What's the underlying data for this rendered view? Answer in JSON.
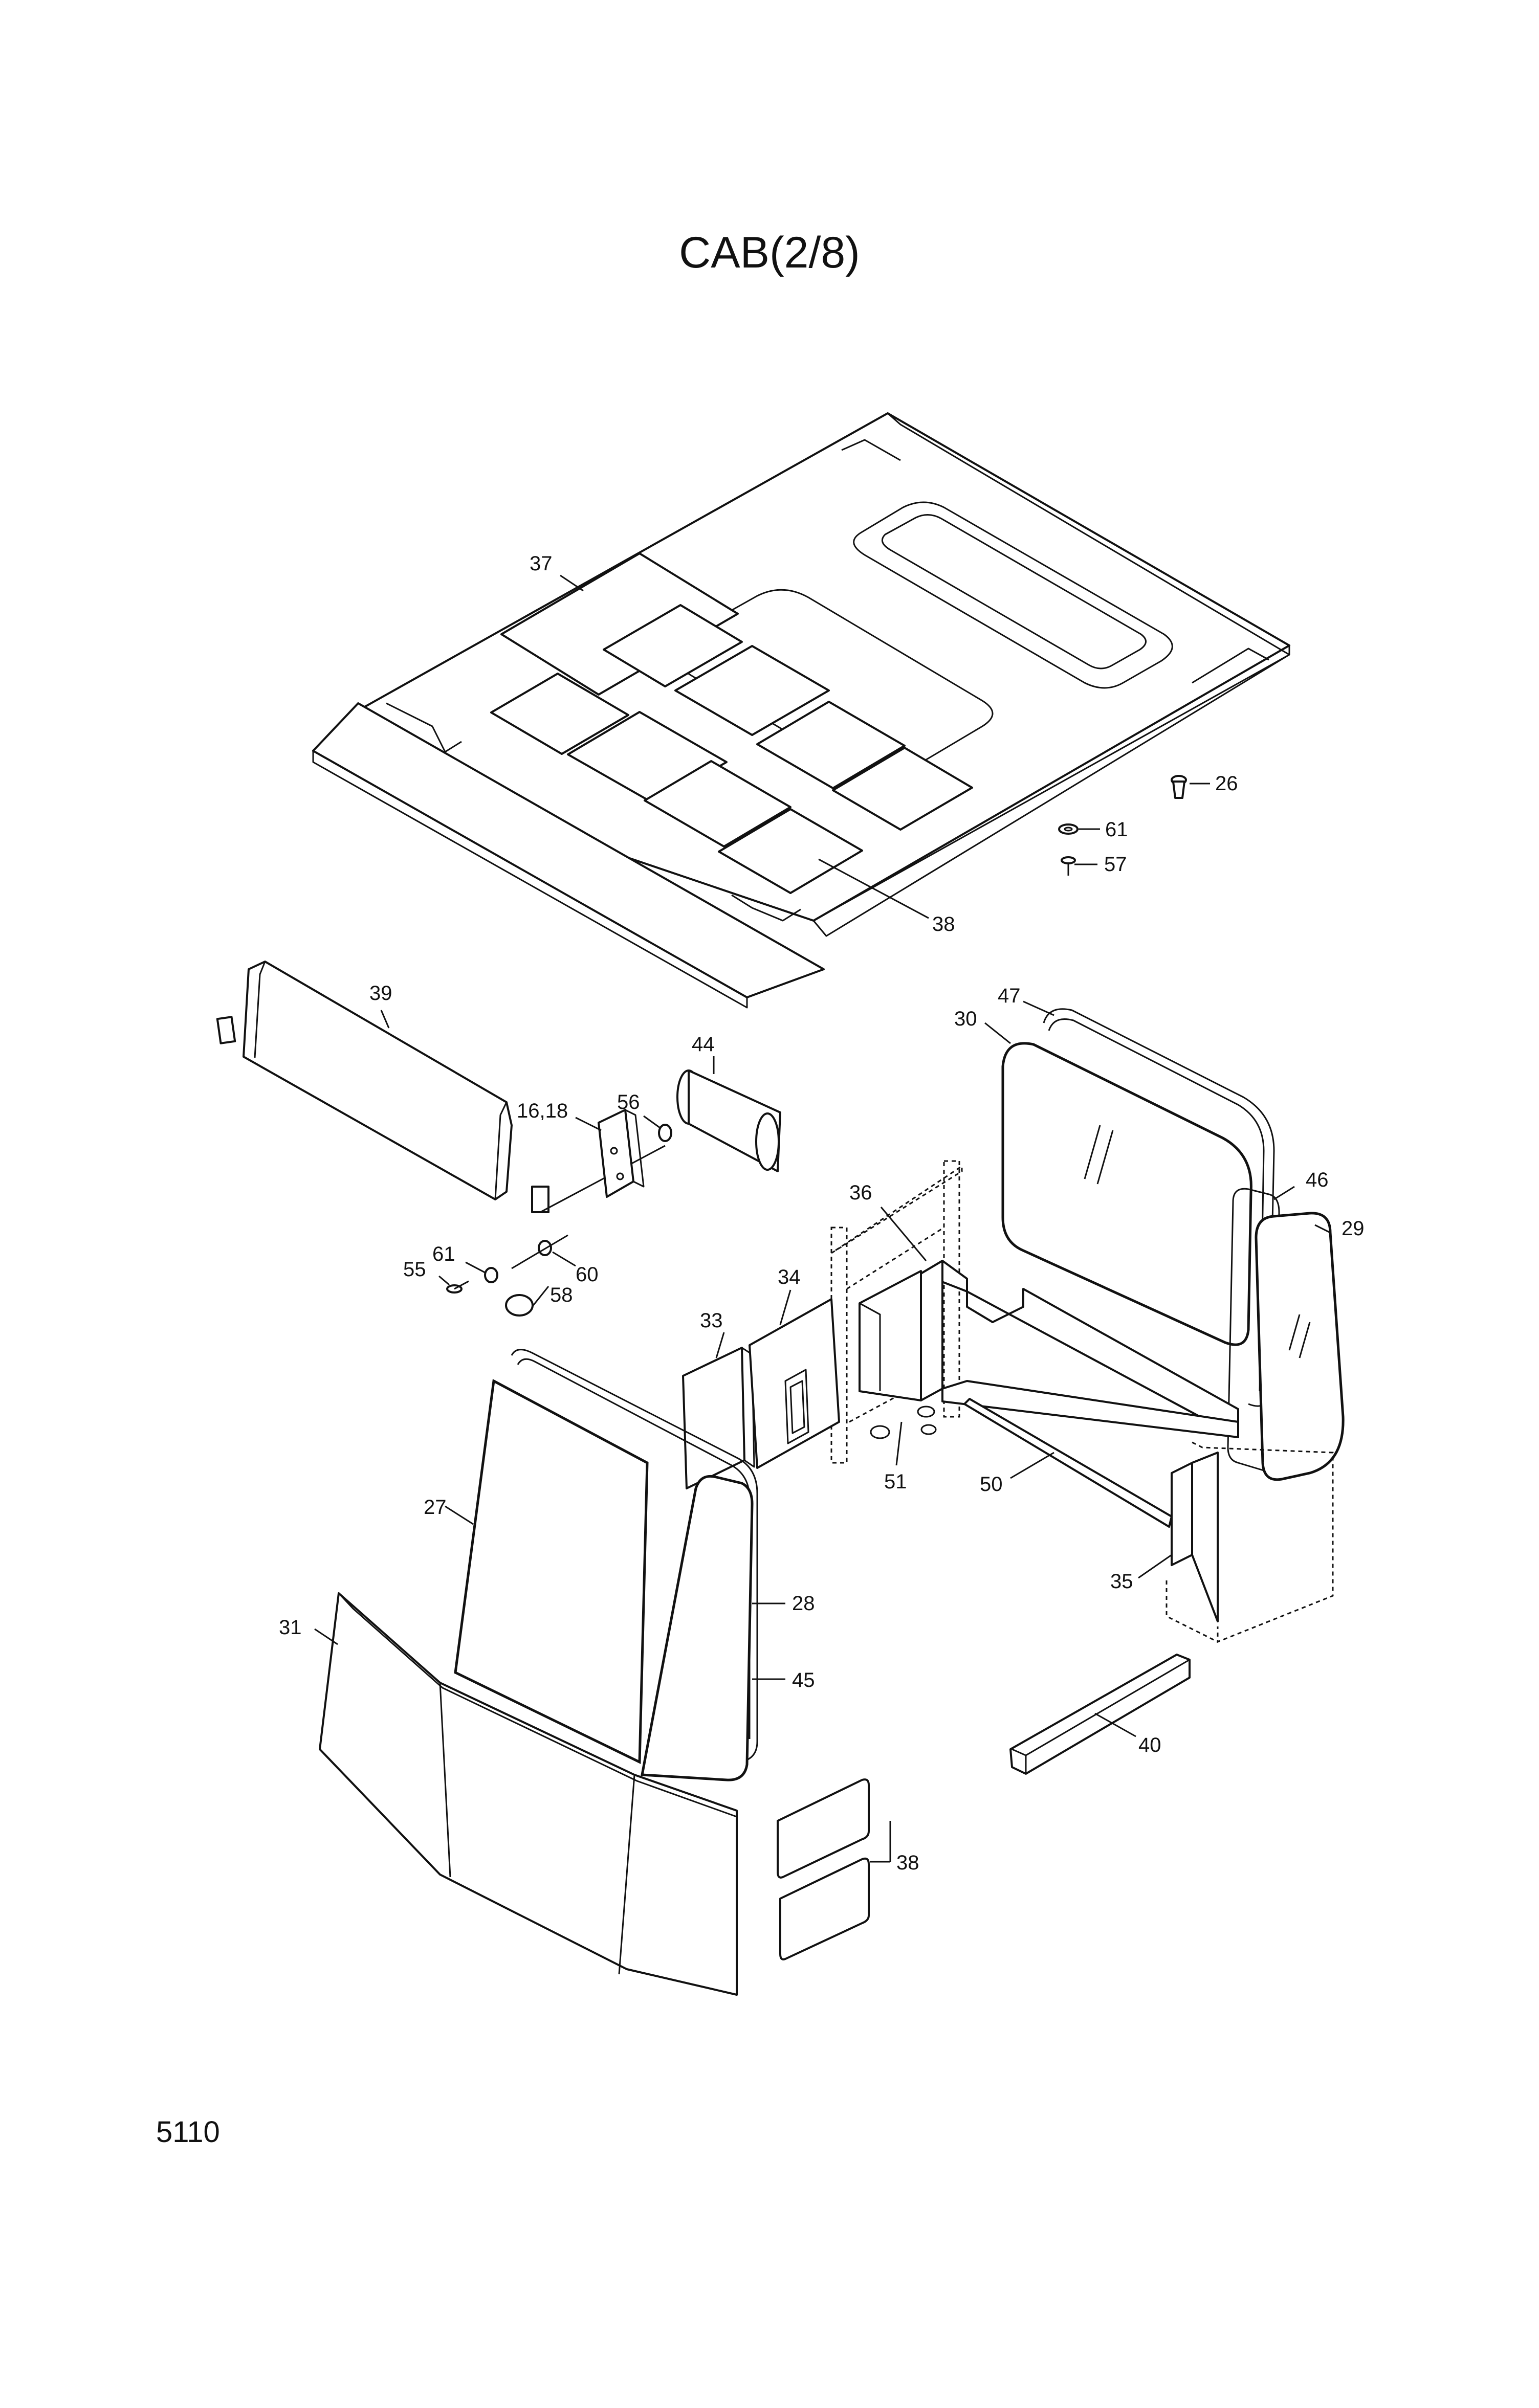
{
  "page": {
    "title": "CAB(2/8)",
    "page_number": "5110"
  },
  "callouts": [
    {
      "id": "c37",
      "label": "37"
    },
    {
      "id": "c26",
      "label": "26"
    },
    {
      "id": "c61a",
      "label": "61"
    },
    {
      "id": "c57",
      "label": "57"
    },
    {
      "id": "c38a",
      "label": "38"
    },
    {
      "id": "c39",
      "label": "39"
    },
    {
      "id": "c44",
      "label": "44"
    },
    {
      "id": "c56",
      "label": "56"
    },
    {
      "id": "c1618",
      "label": "16,18"
    },
    {
      "id": "c55",
      "label": "55"
    },
    {
      "id": "c61b",
      "label": "61"
    },
    {
      "id": "c60",
      "label": "60"
    },
    {
      "id": "c58",
      "label": "58"
    },
    {
      "id": "c47",
      "label": "47"
    },
    {
      "id": "c30",
      "label": "30"
    },
    {
      "id": "c46",
      "label": "46"
    },
    {
      "id": "c29",
      "label": "29"
    },
    {
      "id": "c36",
      "label": "36"
    },
    {
      "id": "c34",
      "label": "34"
    },
    {
      "id": "c33",
      "label": "33"
    },
    {
      "id": "c51",
      "label": "51"
    },
    {
      "id": "c50",
      "label": "50"
    },
    {
      "id": "c35",
      "label": "35"
    },
    {
      "id": "c27",
      "label": "27"
    },
    {
      "id": "c28",
      "label": "28"
    },
    {
      "id": "c45",
      "label": "45"
    },
    {
      "id": "c31",
      "label": "31"
    },
    {
      "id": "c40",
      "label": "40"
    },
    {
      "id": "c38b",
      "label": "38"
    }
  ]
}
